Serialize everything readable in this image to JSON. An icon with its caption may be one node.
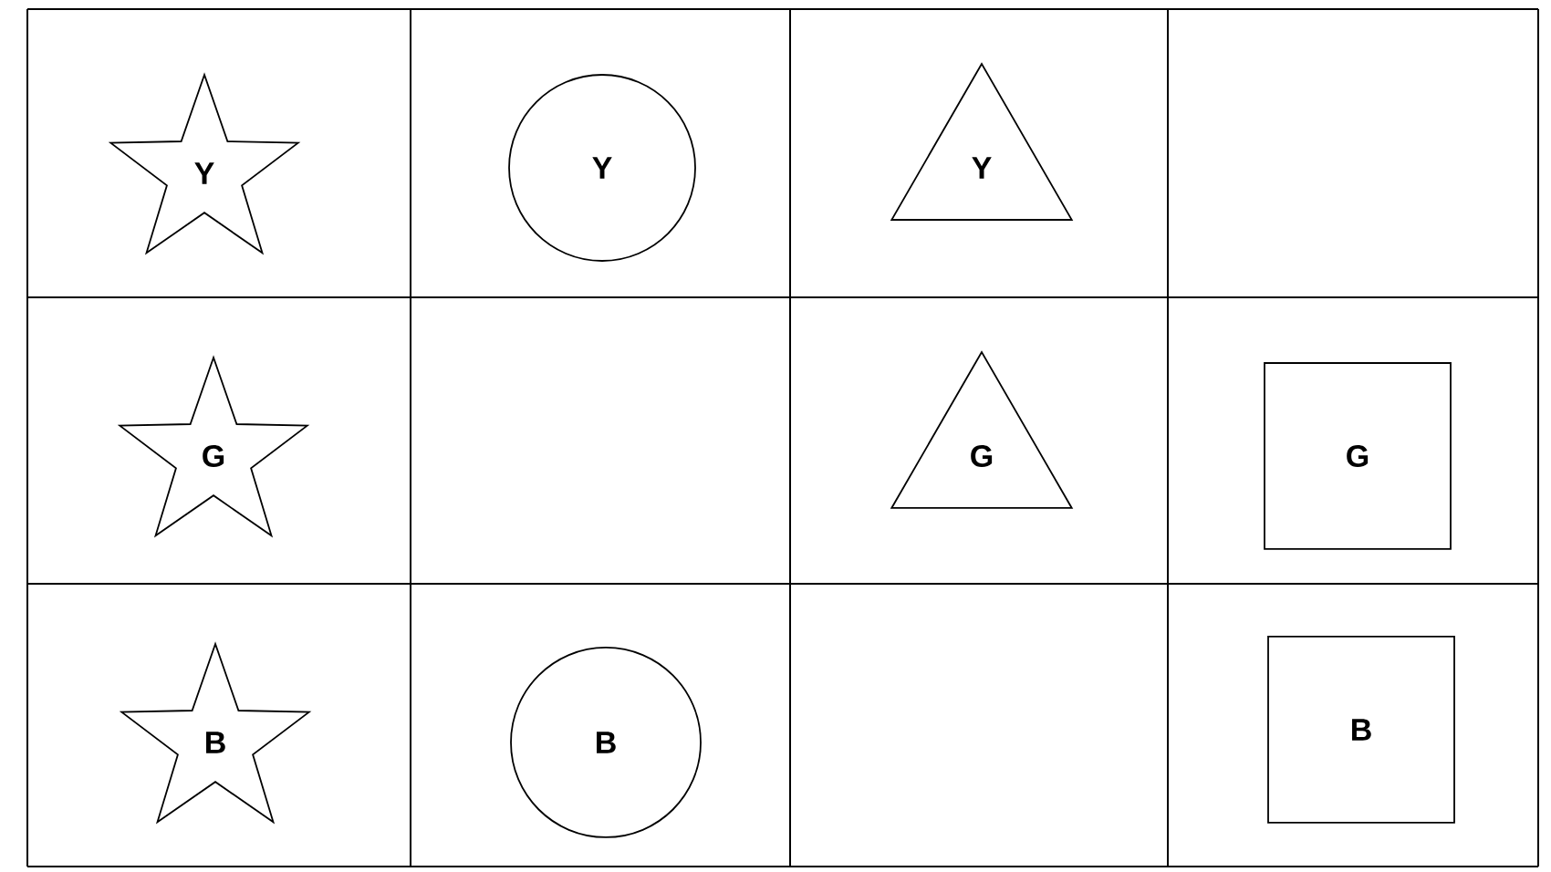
{
  "diagram": {
    "nodes": [
      {
        "text": [
          "Y"
        ]
      },
      {
        "text": [
          "Y"
        ]
      },
      {
        "text": [
          "Y"
        ]
      },
      {
        "text": [
          "G"
        ]
      },
      {
        "text": [
          "G"
        ]
      },
      {
        "text": [
          "G"
        ]
      },
      {
        "text": [
          "B"
        ]
      },
      {
        "text": [
          "B"
        ]
      },
      {
        "text": [
          "B"
        ]
      }
    ],
    "edges": []
  }
}
